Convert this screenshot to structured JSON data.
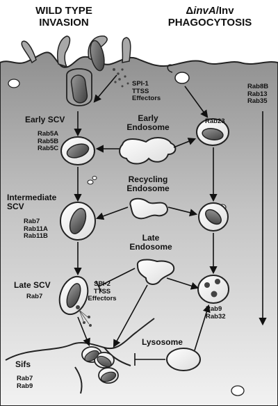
{
  "headers": {
    "wild_type": "WILD TYPE\nINVASION",
    "phago_delta": "Δ",
    "phago_gene": "invA",
    "phago_suffix": "/Inv",
    "phago_line2": "PHAGOCYTOSIS"
  },
  "labels": {
    "spi1": "SPI-1\nTTSS\nEffectors",
    "rab8b_group": "Rab8B\nRab13\nRab35",
    "early_scv": "Early SCV",
    "early_scv_rabs": "Rab5A\nRab5B\nRab5C",
    "early_endosome": "Early\nEndosome",
    "rab23": "Rab23",
    "recycling_endosome": "Recycling\nEndosome",
    "intermediate_scv": "Intermediate\nSCV",
    "intermediate_rabs": "Rab7\nRab11A\nRab11B",
    "late_endosome": "Late\nEndosome",
    "late_scv": "Late SCV",
    "late_scv_rab": "Rab7",
    "spi2": "SPI-2\nTTSS\nEffectors",
    "lysosome": "Lysosome",
    "phagolysosome_rabs": "Rab9\nRab32",
    "sifs": "Sifs",
    "sifs_rabs": "Rab7\nRab9"
  }
}
